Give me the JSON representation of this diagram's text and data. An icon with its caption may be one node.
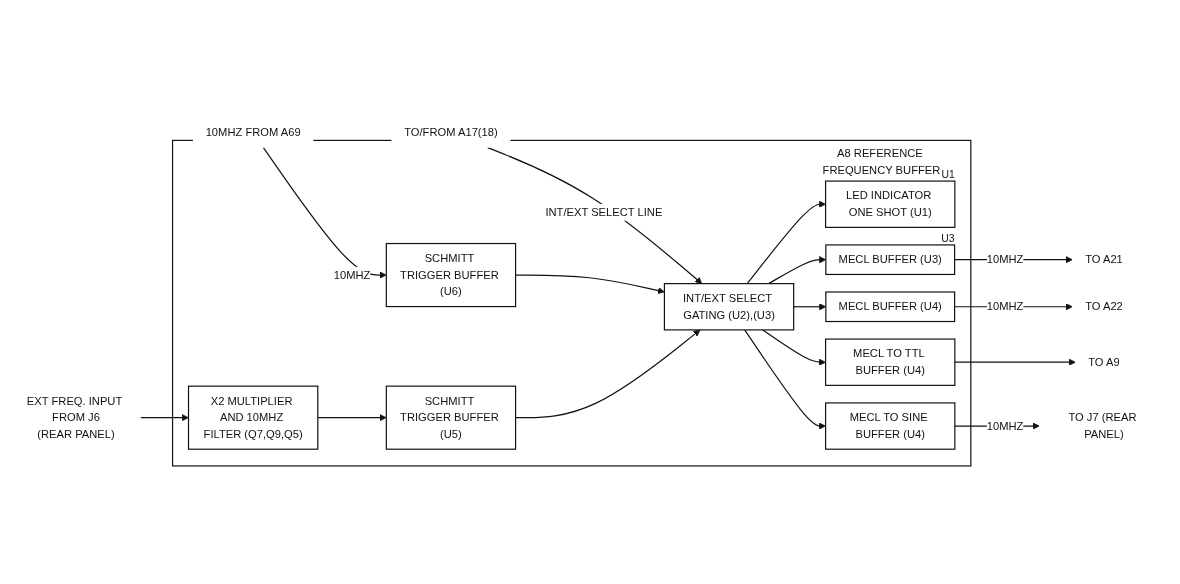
{
  "diagram": {
    "nodes": [
      {
        "text": [
          "A8 REFERENCE FREQUENCY BUFFER"
        ]
      },
      {
        "text": [
          "10MHZ FROM A69"
        ]
      },
      {
        "text": [
          "TO/FROM A17(18)"
        ]
      },
      {
        "text": [
          "EXT FREQ. INPUT FROM J6",
          "(REAR PANEL)"
        ]
      },
      {
        "text": [
          "SCHMITT TRIGGER BUFFER (U6)"
        ],
        "in": 0
      },
      {
        "text": [
          "INT/EXT SELECT GATING (U2),(U3)"
        ],
        "in": 0
      },
      {
        "text": [
          "X2 MULTIPLIER AND 10MHZ FILTER (Q7,Q9,Q5)"
        ],
        "in": 0
      },
      {
        "text": [
          "SCHMITT TRIGGER BUFFER (U5)"
        ],
        "in": 0
      },
      {
        "text": [
          "LED INDICATOR ONE SHOT (U1)"
        ],
        "beside": [
          "U1"
        ],
        "in": 0
      },
      {
        "text": [
          "MECL BUFFER (U3)"
        ],
        "beside": [
          "U3"
        ],
        "in": 0
      },
      {
        "text": [
          "MECL BUFFER (U4)"
        ],
        "in": 0
      },
      {
        "text": [
          "MECL TO TTL BUFFER (U4)"
        ],
        "in": 0
      },
      {
        "text": [
          "MECL TO SINE BUFFER (U4)"
        ],
        "in": 0
      },
      {
        "text": [
          "TO A21"
        ]
      },
      {
        "text": [
          "TO A22"
        ]
      },
      {
        "text": [
          "TO A9"
        ]
      },
      {
        "text": [
          "TO J7 (REAR PANEL)"
        ]
      }
    ],
    "edges": [
      {
        "from": 1,
        "to": 4,
        "arrow": "to",
        "label": "10MHZ"
      },
      {
        "from": 2,
        "to": 5,
        "arrow": "to",
        "label": "INT/EXT SELECT LINE"
      },
      {
        "from": 3,
        "to": 6,
        "arrow": "to"
      },
      {
        "from": 4,
        "to": 5,
        "arrow": "to"
      },
      {
        "from": 6,
        "to": 7,
        "arrow": "to"
      },
      {
        "from": 7,
        "to": 5,
        "arrow": "to"
      },
      {
        "from": 5,
        "to": 8,
        "arrow": "to"
      },
      {
        "from": 5,
        "to": 9,
        "arrow": "to"
      },
      {
        "from": 5,
        "to": 10,
        "arrow": "to"
      },
      {
        "from": 5,
        "to": 11,
        "arrow": "to"
      },
      {
        "from": 5,
        "to": 12,
        "arrow": "to"
      },
      {
        "from": 9,
        "to": 13,
        "arrow": "to",
        "label": "10MHZ"
      },
      {
        "from": 10,
        "to": 14,
        "arrow": "to",
        "label": "10MHZ"
      },
      {
        "from": 11,
        "to": 15,
        "arrow": "to"
      },
      {
        "from": 12,
        "to": 16,
        "arrow": "to",
        "label": "10MHZ"
      }
    ]
  }
}
